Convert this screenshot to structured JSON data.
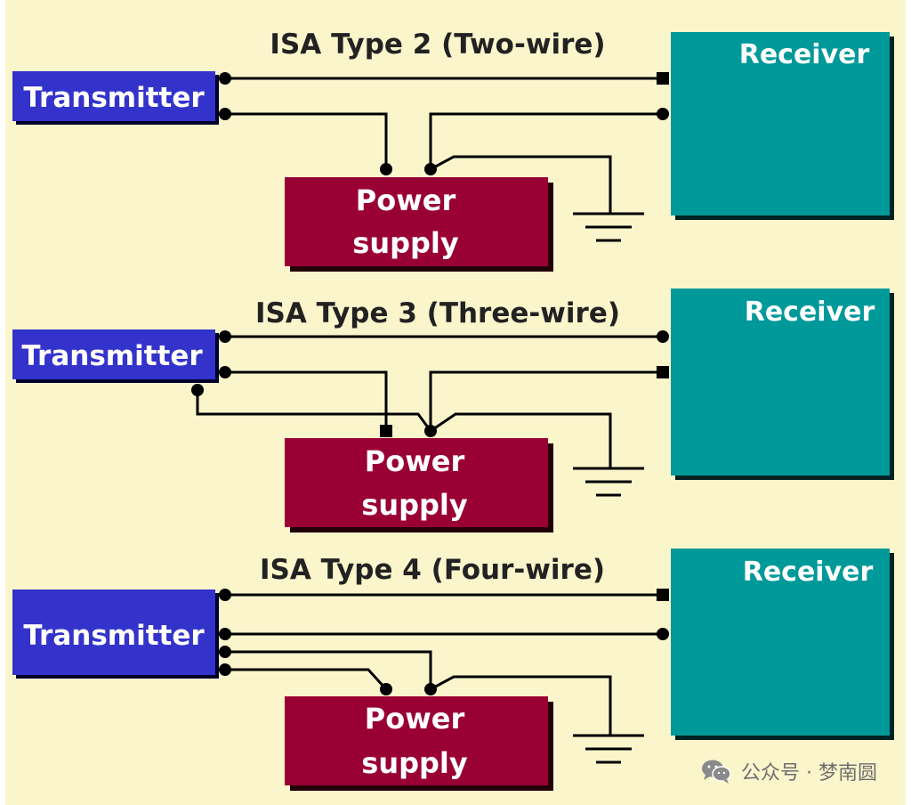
{
  "colors": {
    "background": "#fbf5cc",
    "transmitter": "#3333cc",
    "receiver": "#009999",
    "power_supply": "#990033",
    "wire": "#000000"
  },
  "diagrams": [
    {
      "title": "ISA Type 2 (Two-wire)",
      "transmitter": "Transmitter",
      "receiver": "Receiver",
      "power_supply": [
        "Power",
        "supply"
      ],
      "icons": [
        "resistor-icon",
        "ground-icon"
      ]
    },
    {
      "title": "ISA Type 3 (Three-wire)",
      "transmitter": "Transmitter",
      "receiver": "Receiver",
      "power_supply": [
        "Power",
        "supply"
      ],
      "icons": [
        "resistor-icon",
        "ground-icon"
      ]
    },
    {
      "title": "ISA Type 4 (Four-wire)",
      "transmitter": "Transmitter",
      "receiver": "Receiver",
      "power_supply": [
        "Power",
        "supply"
      ],
      "icons": [
        "resistor-icon",
        "ground-icon"
      ]
    }
  ],
  "watermark": {
    "icon": "wechat-icon",
    "text": "公众号 · 梦南圆"
  }
}
